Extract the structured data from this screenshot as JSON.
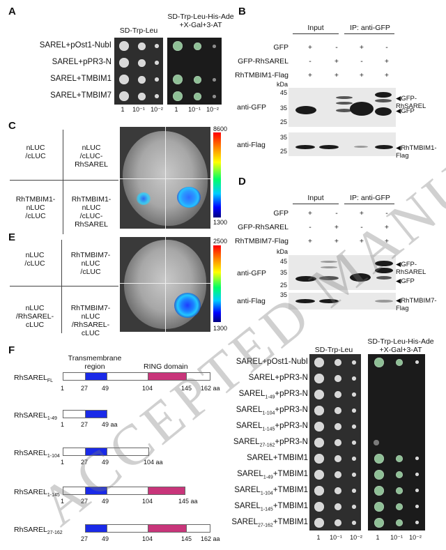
{
  "panelA": {
    "label": "A",
    "col_header_left": "SD-Trp-Leu",
    "col_header_right_line1": "SD-Trp-Leu-His-Ade",
    "col_header_right_line2": "+X-Gal+3-AT",
    "rows": [
      "SAREL+pOst1-NubI",
      "SAREL+pPR3-N",
      "SAREL+TMBIM1",
      "SAREL+TMBIM7"
    ],
    "dilutions": [
      "1",
      "10⁻¹",
      "10⁻²",
      "1",
      "10⁻¹",
      "10⁻²"
    ]
  },
  "panelB": {
    "label": "B",
    "input_header": "Input",
    "ip_header": "IP: anti-GFP",
    "rows": [
      {
        "name": "GFP",
        "signs": [
          "+",
          "-",
          "+",
          "-"
        ]
      },
      {
        "name": "GFP-RhSAREL",
        "signs": [
          "-",
          "+",
          "-",
          "+"
        ]
      },
      {
        "name": "RhTMBIM1-Flag",
        "signs": [
          "+",
          "+",
          "+",
          "+"
        ]
      }
    ],
    "kda": "kDa",
    "markers_gfp": [
      "45",
      "35",
      "25"
    ],
    "markers_flag": [
      "35",
      "25"
    ],
    "antibody_gfp": "anti-GFP",
    "antibody_flag": "anti-Flag",
    "band_labels": [
      "GFP-RhSAREL",
      "GFP",
      "RhTMBIM1-Flag"
    ]
  },
  "panelC": {
    "label": "C",
    "q1": "nLUC\n/cLUC",
    "q2": "nLUC\n/cLUC-RhSAREL",
    "q3": "RhTMBIM1-nLUC\n/cLUC",
    "q4": "RhTMBIM1-nLUC\n/cLUC-RhSAREL",
    "scale_max": "8600",
    "scale_min": "1300"
  },
  "panelD": {
    "label": "D",
    "input_header": "Input",
    "ip_header": "IP: anti-GFP",
    "rows": [
      {
        "name": "GFP",
        "signs": [
          "+",
          "-",
          "+",
          "-"
        ]
      },
      {
        "name": "GFP-RhSAREL",
        "signs": [
          "-",
          "+",
          "-",
          "+"
        ]
      },
      {
        "name": "RhTMBIM7-Flag",
        "signs": [
          "+",
          "+",
          "+",
          "+"
        ]
      }
    ],
    "kda": "kDa",
    "markers_gfp": [
      "45",
      "35",
      "25"
    ],
    "markers_flag": [
      "35"
    ],
    "antibody_gfp": "anti-GFP",
    "antibody_flag": "anti-Flag",
    "band_labels": [
      "GFP-RhSAREL",
      "GFP",
      "RhTMBIM7-Flag"
    ]
  },
  "panelE": {
    "label": "E",
    "q1": "nLUC\n/cLUC",
    "q2": "RhTMBIM7-nLUC\n/cLUC",
    "q3": "nLUC\n/RhSAREL-cLUC",
    "q4": "RhTMBIM7-nLUC\n/RhSAREL-cLUC",
    "scale_max": "2500",
    "scale_min": "1300"
  },
  "panelF": {
    "label": "F",
    "tm_label_line1": "Transmembrane",
    "tm_label_line2": "region",
    "ring_label": "RING domain",
    "constructs": [
      {
        "name": "RhSAREL",
        "sub": "FL",
        "ticks": [
          "1",
          "27",
          "49",
          "104",
          "145",
          "162 aa"
        ]
      },
      {
        "name": "RhSAREL",
        "sub": "1-49",
        "ticks": [
          "1",
          "27",
          "49 aa"
        ]
      },
      {
        "name": "RhSAREL",
        "sub": "1-104",
        "ticks": [
          "1",
          "27",
          "49",
          "104 aa"
        ]
      },
      {
        "name": "RhSAREL",
        "sub": "1-145",
        "ticks": [
          "1",
          "27",
          "49",
          "104",
          "145 aa"
        ]
      },
      {
        "name": "RhSAREL",
        "sub": "27-162",
        "ticks": [
          "27",
          "49",
          "104",
          "145",
          "162 aa"
        ]
      }
    ],
    "col_header_left": "SD-Trp-Leu",
    "col_header_right_line1": "SD-Trp-Leu-His-Ade",
    "col_header_right_line2": "+X-Gal+3-AT",
    "yeast_rows": [
      {
        "pre": "SAREL",
        "sub": "",
        "post": "+pOst1-NubI"
      },
      {
        "pre": "SAREL",
        "sub": "",
        "post": "+pPR3-N"
      },
      {
        "pre": "SAREL",
        "sub": "1-49",
        "post": "+pPR3-N"
      },
      {
        "pre": "SAREL",
        "sub": "1-104",
        "post": "+pPR3-N"
      },
      {
        "pre": "SAREL",
        "sub": "1-145",
        "post": "+pPR3-N"
      },
      {
        "pre": "SAREL",
        "sub": "27-162",
        "post": "+pPR3-N"
      },
      {
        "pre": "SAREL",
        "sub": "",
        "post": "+TMBIM1"
      },
      {
        "pre": "SAREL",
        "sub": "1-49",
        "post": "+TMBIM1"
      },
      {
        "pre": "SAREL",
        "sub": "1-104",
        "post": "+TMBIM1"
      },
      {
        "pre": "SAREL",
        "sub": "1-145",
        "post": "+TMBIM1"
      },
      {
        "pre": "SAREL",
        "sub": "27-162",
        "post": "+TMBIM1"
      }
    ],
    "dilutions": [
      "1",
      "10⁻¹",
      "10⁻²",
      "1",
      "10⁻¹",
      "10⁻²"
    ]
  },
  "watermark": "ACCEPTED MANUSCRIPT"
}
